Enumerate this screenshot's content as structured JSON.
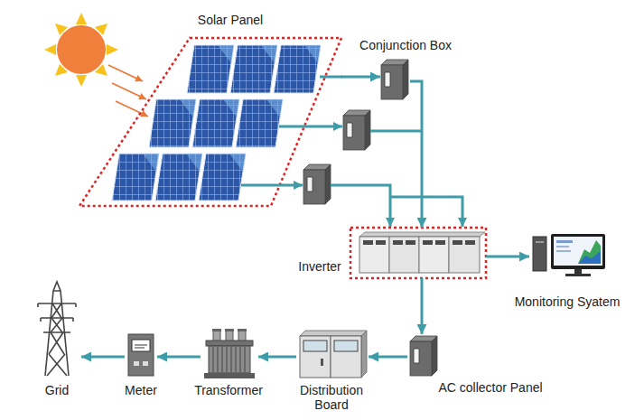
{
  "diagram": {
    "nodes": [
      {
        "text": [
          "Solar Panel"
        ]
      },
      {
        "text": [
          "Conjunction Box"
        ]
      },
      {
        "text": [
          "Inverter"
        ]
      },
      {
        "text": [
          "Monitoring Syatem"
        ]
      },
      {
        "text": [
          "AC collector Panel"
        ]
      },
      {
        "text": [
          "Distribution Board"
        ]
      },
      {
        "text": [
          "Transformer"
        ]
      },
      {
        "text": [
          "Meter"
        ]
      },
      {
        "text": [
          "Grid"
        ]
      }
    ],
    "edges": [
      {
        "from": 0,
        "to": 1,
        "arrow": "to"
      },
      {
        "from": 1,
        "to": 2,
        "arrow": "to"
      },
      {
        "from": 2,
        "to": 3,
        "arrow": "to"
      },
      {
        "from": 2,
        "to": 4,
        "arrow": "to"
      },
      {
        "from": 4,
        "to": 5,
        "arrow": "to"
      },
      {
        "from": 5,
        "to": 6,
        "arrow": "to"
      },
      {
        "from": 6,
        "to": 7,
        "arrow": "to"
      },
      {
        "from": 7,
        "to": 8,
        "arrow": "to"
      }
    ]
  }
}
